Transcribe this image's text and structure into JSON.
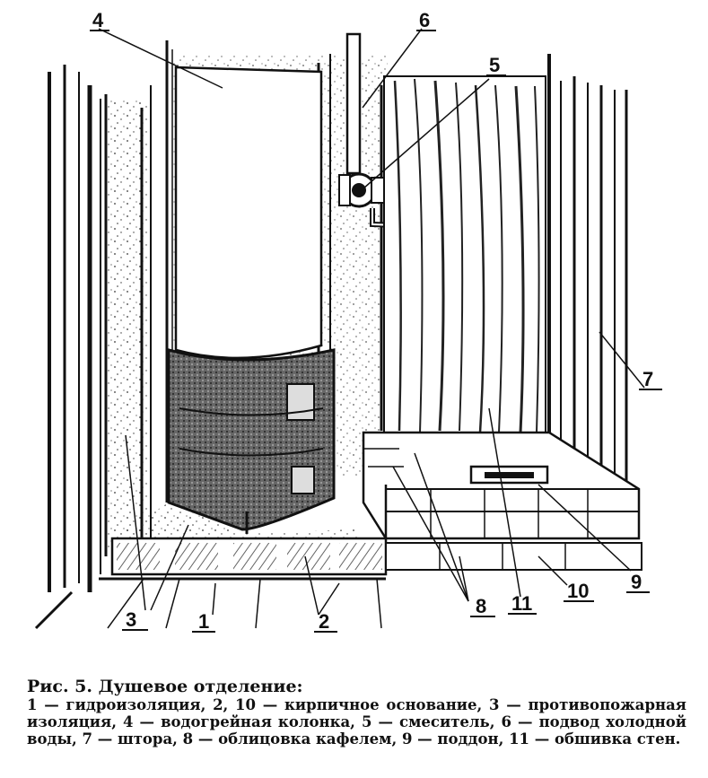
{
  "figure": {
    "labels": {
      "n1": "1",
      "n2": "2",
      "n3": "3",
      "n4": "4",
      "n5": "5",
      "n6": "6",
      "n7": "7",
      "n8": "8",
      "n9": "9",
      "n10": "10",
      "n11": "11"
    }
  },
  "caption": {
    "title": "Рис. 5. Душевое отделение:",
    "body": "1 — гидроизоляция, 2, 10 — кирпичное основание, 3 — противопожарная изоляция, 4 — водогрейная колонка, 5 — смеситель, 6 — подвод холодной воды, 7 — штора, 8 — облицовка кафелем, 9 — поддон, 11 — обшивка стен."
  }
}
